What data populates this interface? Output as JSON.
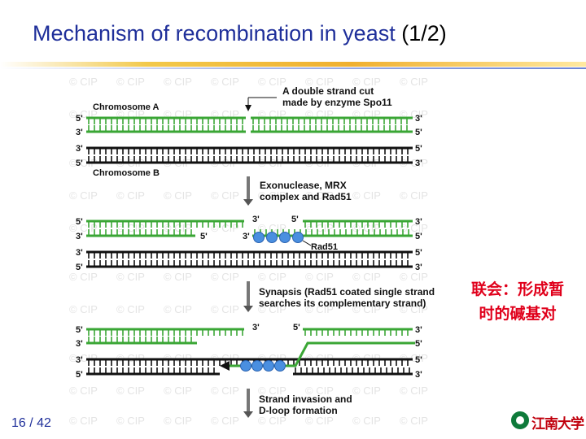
{
  "title": {
    "main": "Mechanism of recombination in yeast",
    "part": "(1/2)"
  },
  "page_number": "16 / 42",
  "annotation_cn": [
    "联会：形成暂",
    "时的碱基对"
  ],
  "logo_text": "江南大学",
  "watermark_text": "© CIP",
  "colors": {
    "title": "#1f2f9a",
    "strand_green": "#3aa635",
    "strand_black": "#111111",
    "rad51_blue": "#4a8fe0",
    "annotation_red": "#e0001b"
  },
  "diagram": {
    "chromosome_a_label": "Chromosome A",
    "chromosome_b_label": "Chromosome B",
    "rad51_label": "Rad51",
    "ends": {
      "five": "5'",
      "three": "3'"
    },
    "steps": [
      {
        "label": [
          "A double strand cut",
          "made by enzyme Spo11"
        ]
      },
      {
        "label": [
          "Exonuclease, MRX",
          "complex and Rad51"
        ]
      },
      {
        "label": [
          "Synapsis (Rad51 coated single strand",
          "searches its complementary strand)"
        ]
      },
      {
        "label": [
          "Strand invasion and",
          "D-loop formation"
        ]
      }
    ]
  }
}
